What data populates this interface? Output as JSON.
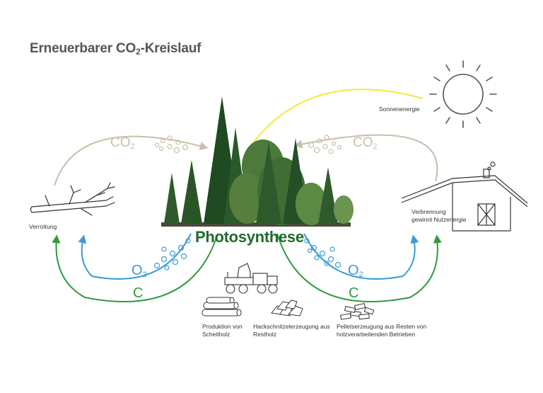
{
  "title": {
    "main": "Erneuerbarer CO",
    "sub": "2",
    "rest": "-Kreislauf"
  },
  "center_label": "Photosynthese",
  "sun_label": "Sonnenenergie",
  "rot_label": "Verrottung",
  "burn_label": "Verbrennung gewinnt Nutzenergie",
  "cycles": {
    "co2_left": {
      "main": "CO",
      "sub": "2"
    },
    "co2_right": {
      "main": "CO",
      "sub": "2"
    },
    "o2_left": {
      "main": "O",
      "sub": "2"
    },
    "o2_right": {
      "main": "O",
      "sub": "2"
    },
    "c_left": "C",
    "c_right": "C"
  },
  "products": {
    "log": "Produktion von Scheitholz",
    "chips": "Hackschnitzelerzeugung aus Restholz",
    "pellets": "Pelletserzeugung aus Resten von holzverarbeitenden Betrieben"
  },
  "colors": {
    "co2": "#c9bfa8",
    "o2": "#3a9bd6",
    "carbon": "#2e9b3e",
    "sun_ray": "#f2ea3a",
    "photosynthesis": "#1f6b2e"
  },
  "icons": [
    "sun-icon",
    "forest-icon",
    "dead-tree-icon",
    "house-icon",
    "forwarder-icon",
    "logs-icon",
    "wood-chips-icon",
    "pellets-icon"
  ]
}
